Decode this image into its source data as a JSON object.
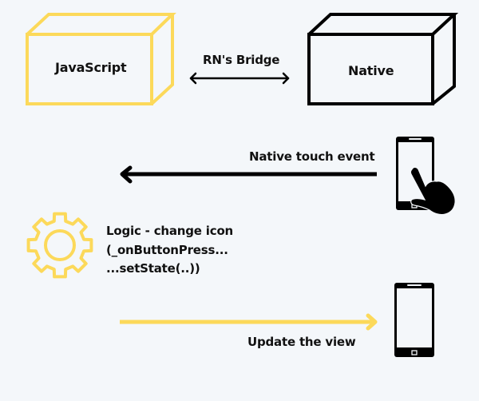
{
  "colors": {
    "background": "#f4f7fa",
    "javascript_accent": "#fcd95a",
    "native_accent": "#000000",
    "text": "#111111"
  },
  "boxes": {
    "javascript": {
      "label": "JavaScript"
    },
    "native": {
      "label": "Native"
    }
  },
  "bridge": {
    "label": "RN's Bridge"
  },
  "touch_event": {
    "label": "Native touch event"
  },
  "logic": {
    "line1": "Logic - change icon",
    "line2": "(_onButtonPress...",
    "line3": "...setState(..))"
  },
  "update_view": {
    "label": "Update the view"
  },
  "icons": {
    "gear": "gear-icon",
    "phone_touch": "smartphone-touch-icon",
    "phone": "smartphone-icon"
  }
}
